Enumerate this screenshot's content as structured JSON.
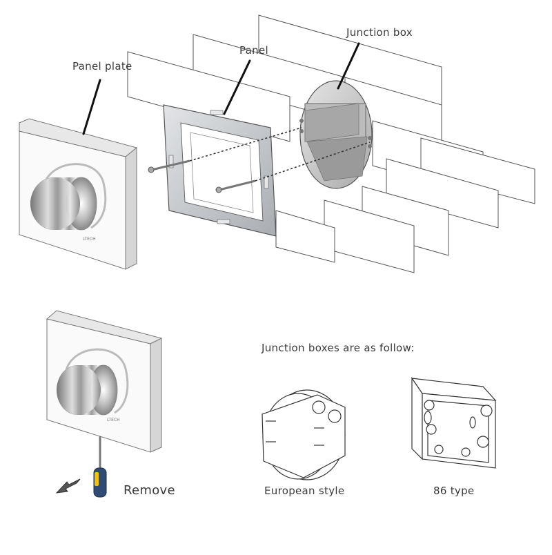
{
  "labels": {
    "panel_plate": "Panel plate",
    "panel": "Panel",
    "junction_box": "Junction box",
    "boxes_heading": "Junction boxes are as follow:",
    "european_style": "European style",
    "type_86": "86 type",
    "remove": "Remove"
  },
  "colors": {
    "line": "#444444",
    "plate_face": "#fafafa",
    "plate_edge": "#d8d8d8",
    "knob": "#c0c0c0",
    "frame": "#c9ccd0",
    "box_fill": "#c8c8c8",
    "screwdriver_handle": "#2f4a73",
    "screwdriver_accent": "#f2c500"
  },
  "icons": [
    "remove-arrow-icon",
    "screwdriver-icon",
    "dimmer-knob-icon"
  ]
}
